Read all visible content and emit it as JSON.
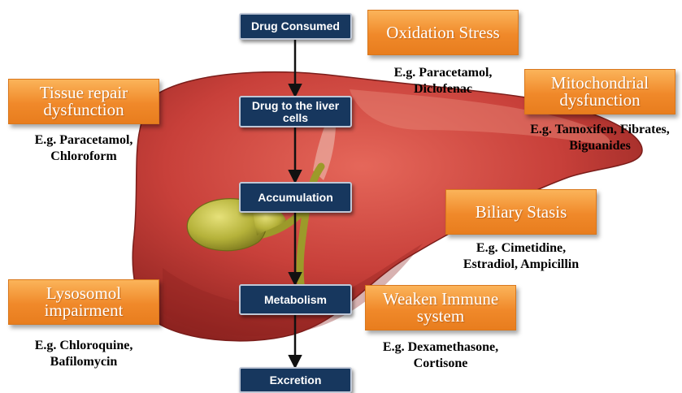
{
  "flow_steps": [
    "Drug Consumed",
    "Drug to the liver cells",
    "Accumulation",
    "Metabolism",
    "Excretion"
  ],
  "mechanisms": {
    "oxidation_stress": {
      "title": "Oxidation Stress",
      "example_lines": [
        "E.g. Paracetamol,",
        "Diclofenac"
      ]
    },
    "mitochondrial_dysfunction": {
      "title": "Mitochondrial dysfunction",
      "example_lines": [
        "E.g. Tamoxifen, Fibrates,",
        "Biguanides"
      ]
    },
    "tissue_repair_dysfunction": {
      "title": "Tissue repair dysfunction",
      "example_lines": [
        "E.g. Paracetamol,",
        "Chloroform"
      ]
    },
    "biliary_stasis": {
      "title": "Biliary Stasis",
      "example_lines": [
        "E.g. Cimetidine,",
        "Estradiol, Ampicillin"
      ]
    },
    "lysosomol_impairment": {
      "title": "Lysosomol impairment",
      "example_lines": [
        "E.g. Chloroquine,",
        "Bafilomycin"
      ]
    },
    "weaken_immune_system": {
      "title": "Weaken Immune system",
      "example_lines": [
        "E.g. Dexamethasone,",
        "Cortisone"
      ]
    }
  },
  "colors": {
    "flow_box": "#17375e",
    "mechanism_box": "#f0892a",
    "liver": "#c8403a",
    "gallbladder": "#b5b23a"
  }
}
